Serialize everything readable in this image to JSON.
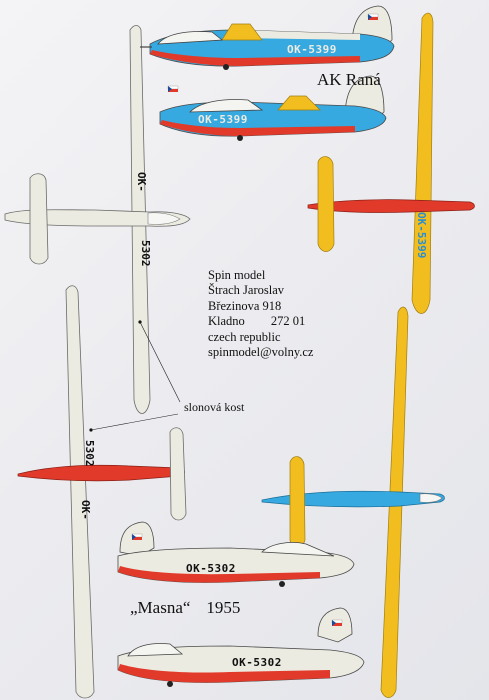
{
  "titles": {
    "ak_rana": "AK Raná",
    "masna": "„Masna“",
    "masna_year": "1955",
    "slonova_kost": "slonová kost"
  },
  "address": {
    "line1": "Spin model",
    "line2": "Štrach Jaroslav",
    "line3": "Březinova 918",
    "line4_town": "Kladno",
    "line4_zip": "272 01",
    "line5": "czech republic",
    "line6": "spinmodel@volny.cz"
  },
  "registrations": {
    "blue_top": "OK-5399",
    "blue_second": "OK-5399",
    "yellow_wing": "OK-5399",
    "white_wing_outer": "OK-",
    "white_wing_inner": "5302",
    "white_wing2_inner": "5302",
    "white_wing2_outer": "OK-",
    "red_side_1": "OK-5302",
    "red_side_2": "OK-5302"
  },
  "colors": {
    "red": "#e23a2a",
    "blue": "#36a9e0",
    "yellow": "#f2be1f",
    "ivory": "#ecebe1",
    "outline": "#4a4a4a",
    "text_blue": "#2a8fd0"
  }
}
